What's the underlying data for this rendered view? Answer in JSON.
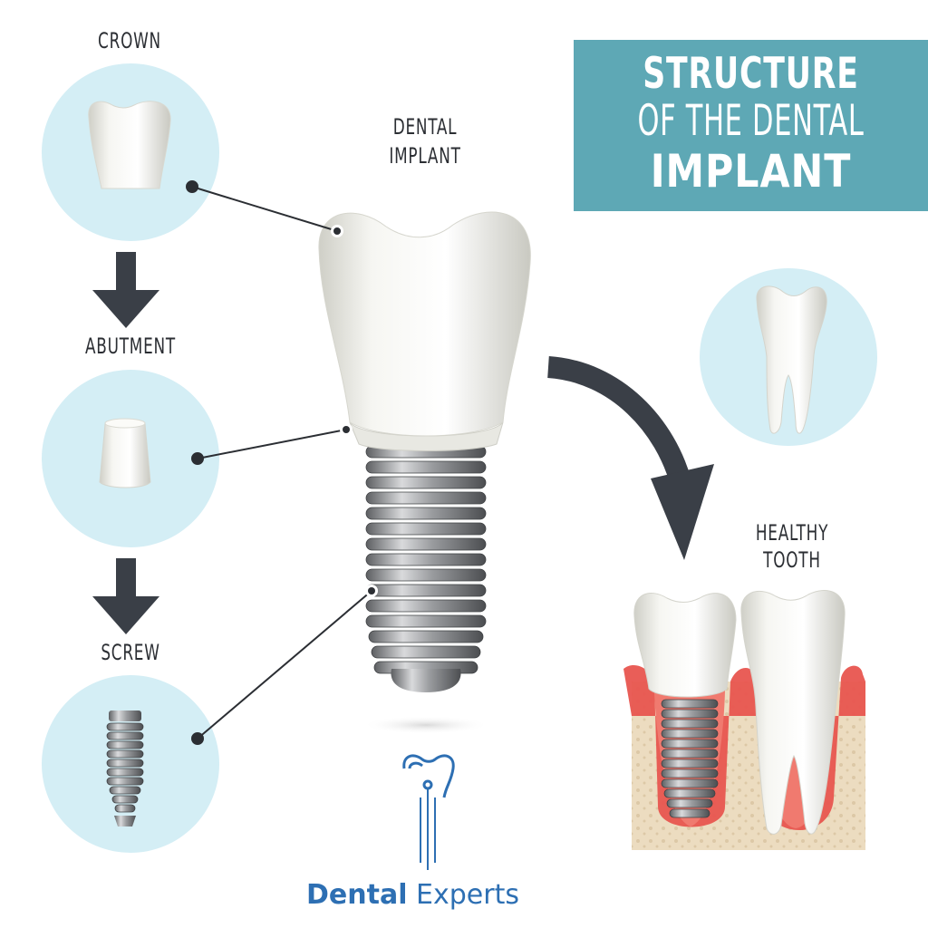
{
  "labels": {
    "crown": "CROWN",
    "abutment": "ABUTMENT",
    "screw": "SCREW",
    "dental_implant_line1": "DENTAL",
    "dental_implant_line2": "IMPLANT",
    "healthy_tooth_line1": "HEALTHY",
    "healthy_tooth_line2": "TOOTH"
  },
  "title": {
    "line1": "STRUCTURE",
    "line2": "OF THE DENTAL",
    "line3": "IMPLANT"
  },
  "brand": {
    "bold": "Dental",
    "light": "Experts"
  },
  "colors": {
    "title_bg": "#5ea8b5",
    "circle_bg": "#d4eef5",
    "arrow": "#3a3f47",
    "gum": "#e8554f",
    "bone": "#ecdcc0",
    "brand": "#2d6fb3"
  }
}
